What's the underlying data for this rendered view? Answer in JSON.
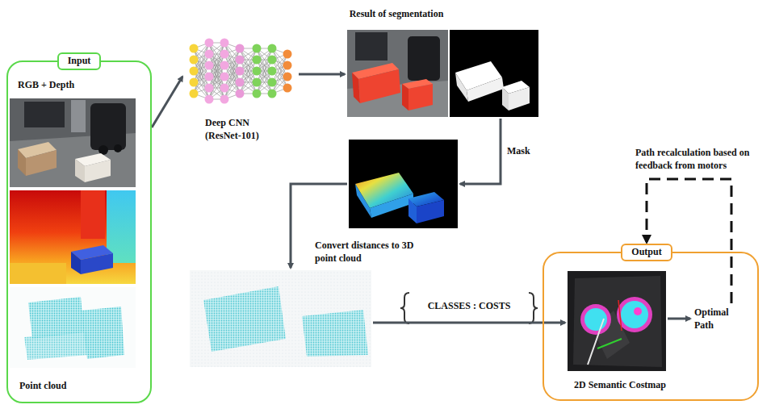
{
  "diagram": {
    "nodes": [
      {
        "text": [
          "Input",
          "RGB + Depth",
          "Point cloud"
        ]
      },
      {
        "text": [
          "Deep CNN (ResNet-101)"
        ]
      },
      {
        "text": [
          "Result of segmentation"
        ]
      },
      {
        "text": [
          "Mask"
        ]
      },
      {
        "text": [
          "Convert distances to 3D point cloud"
        ]
      },
      {
        "text": [
          "Output"
        ]
      },
      {
        "text": [
          "2D Semantic Costmap"
        ],
        "in": 5
      },
      {
        "text": [
          "Optimal Path"
        ],
        "in": 5
      }
    ],
    "edges": [
      {
        "from": 0,
        "to": 1,
        "arrow": "to"
      },
      {
        "from": 1,
        "to": 2,
        "arrow": "to"
      },
      {
        "from": 2,
        "to": 3,
        "arrow": "to"
      },
      {
        "from": 3,
        "to": 4,
        "arrow": "to"
      },
      {
        "from": 4,
        "to": 6,
        "label": "CLASSES : COSTS",
        "arrow": "to"
      },
      {
        "from": 6,
        "to": 7,
        "arrow": "to"
      },
      {
        "from": 7,
        "to": 5,
        "label": "Path recalculation based on feedback from motors",
        "arrow": "to"
      }
    ]
  }
}
